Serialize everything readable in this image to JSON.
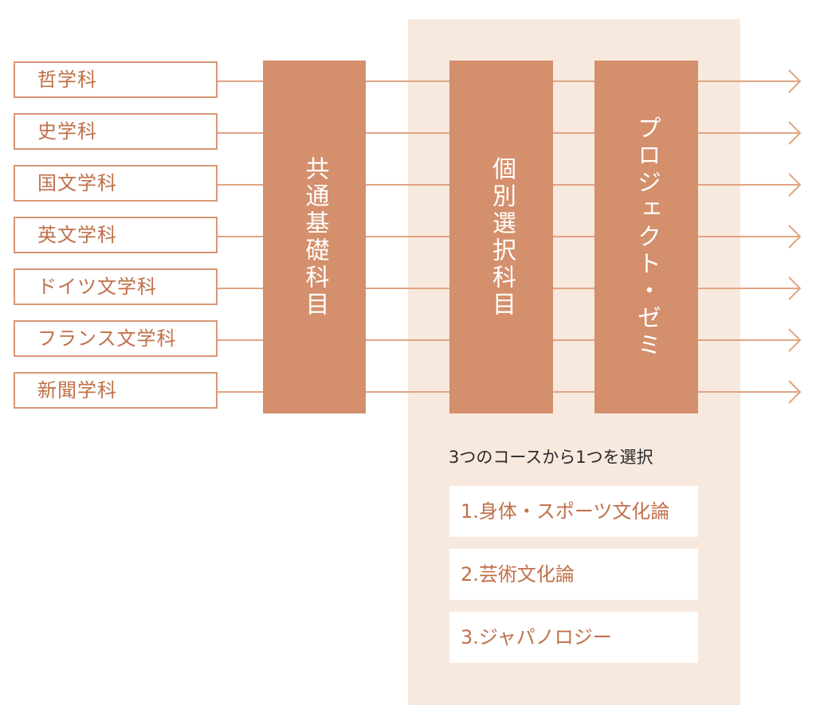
{
  "departments": [
    "哲学科",
    "史学科",
    "国文学科",
    "英文学科",
    "ドイツ文学科",
    "フランス文学科",
    "新聞学科"
  ],
  "blocks": {
    "common": "共通基礎科目",
    "elective": "個別選択科目",
    "seminar": "プロジェクト・ゼミ"
  },
  "caption": "3つのコースから1つを選択",
  "courses": [
    "1.身体・スポーツ文化論",
    "2.芸術文化論",
    "3.ジャパノロジー"
  ],
  "colors": {
    "accent": "#d48f6c",
    "line": "#e0a583",
    "panel": "#f8e9df",
    "text": "#c0704a"
  }
}
